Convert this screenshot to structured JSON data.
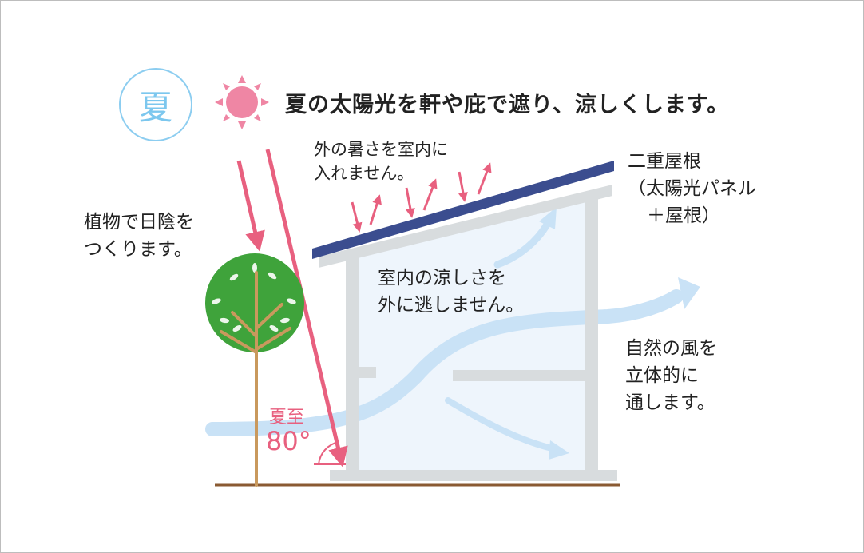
{
  "season": {
    "label": "夏"
  },
  "headline": "夏の太陽光を軒や庇で遮り、涼しくします。",
  "labels": {
    "heat_block": [
      "外の暑さを室内に",
      "入れません。"
    ],
    "double_roof": [
      "二重屋根",
      "（太陽光パネル",
      "＋屋根）"
    ],
    "shade": [
      "植物で日陰を",
      "つくります。"
    ],
    "keep_cool": [
      "室内の涼しさを",
      "外に逃しません。"
    ],
    "wind": [
      "自然の風を",
      "立体的に",
      "通します。"
    ],
    "solstice": "夏至",
    "angle": "80°"
  },
  "colors": {
    "season_circle": "#8ccdf0",
    "sun": "#ef86a4",
    "sun_ray": "#e8607f",
    "roof_panel": "#3b4d8f",
    "house": "#d8dcde",
    "interior": "#eef5fc",
    "wind": "#c9e2f6",
    "tree_leaf": "#3fa33b",
    "tree_trunk": "#c9995d",
    "ground": "#8a5a32"
  }
}
